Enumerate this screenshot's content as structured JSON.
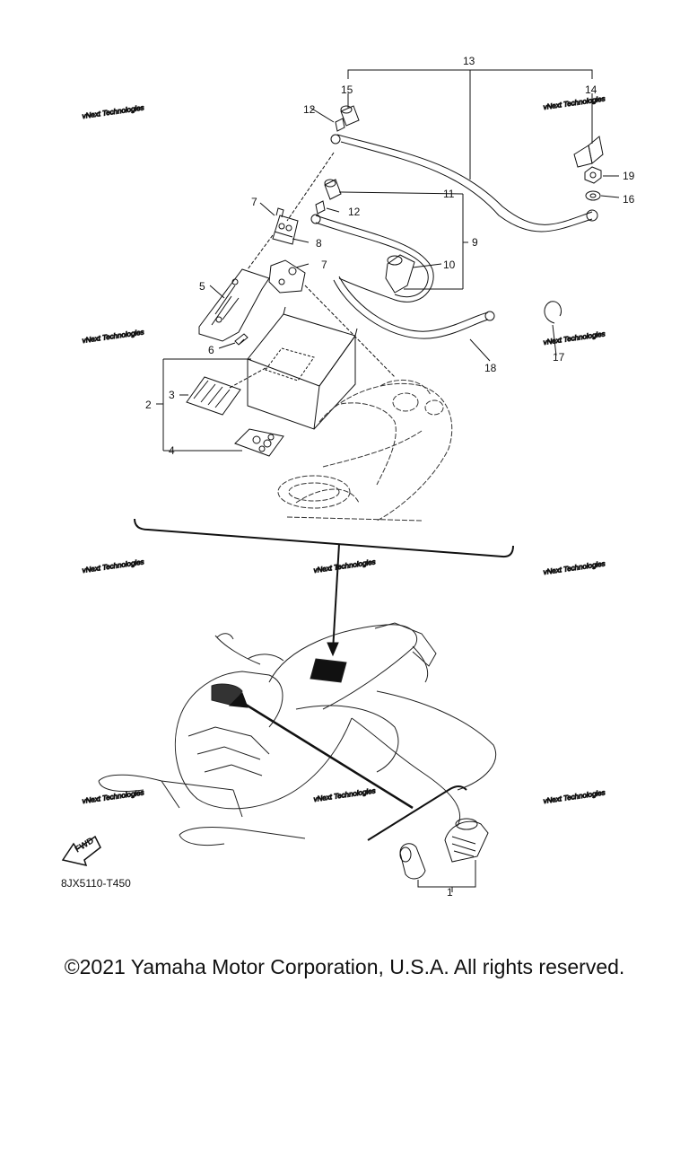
{
  "callouts": [
    {
      "id": "1",
      "label": "1"
    },
    {
      "id": "2",
      "label": "2"
    },
    {
      "id": "3",
      "label": "3"
    },
    {
      "id": "4",
      "label": "4"
    },
    {
      "id": "5",
      "label": "5"
    },
    {
      "id": "6",
      "label": "6"
    },
    {
      "id": "7a",
      "label": "7"
    },
    {
      "id": "7b",
      "label": "7"
    },
    {
      "id": "8",
      "label": "8"
    },
    {
      "id": "9",
      "label": "9"
    },
    {
      "id": "10",
      "label": "10"
    },
    {
      "id": "11",
      "label": "11"
    },
    {
      "id": "12a",
      "label": "12"
    },
    {
      "id": "12b",
      "label": "12"
    },
    {
      "id": "13",
      "label": "13"
    },
    {
      "id": "14",
      "label": "14"
    },
    {
      "id": "15",
      "label": "15"
    },
    {
      "id": "16",
      "label": "16"
    },
    {
      "id": "17",
      "label": "17"
    },
    {
      "id": "18",
      "label": "18"
    },
    {
      "id": "19",
      "label": "19"
    }
  ],
  "watermark_text": "vNext Technologies",
  "fwd_label": "FWD",
  "part_code": "8JX5110-T450",
  "copyright": "©2021 Yamaha Motor Corporation, U.S.A. All rights reserved."
}
